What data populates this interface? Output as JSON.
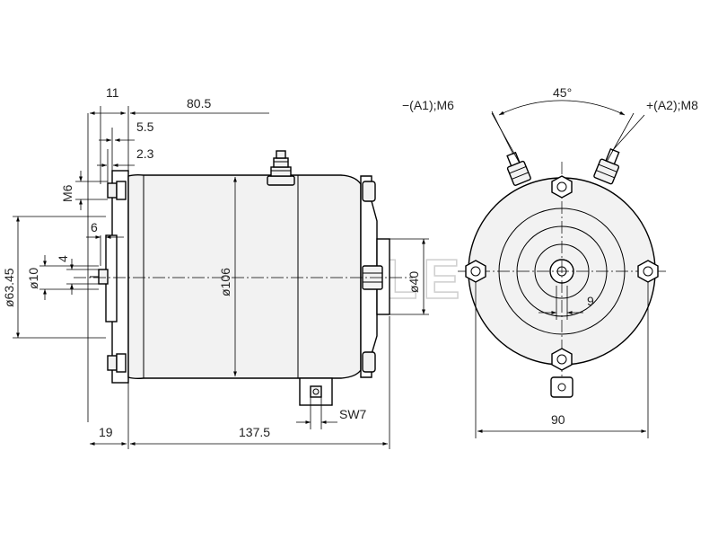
{
  "watermark": "MAHLE",
  "side_view": {
    "dims": {
      "d11": "11",
      "d80_5": "80.5",
      "d5_5": "5.5",
      "d2_3": "2.3",
      "m6": "M6",
      "d6": "6",
      "d4": "4",
      "d10": "ø10",
      "d63_45": "ø63.45",
      "d106": "ø106",
      "d40": "ø40",
      "sw7": "SW7",
      "d19": "19",
      "d137_5": "137.5"
    }
  },
  "end_view": {
    "dims": {
      "terminal_a1": "−(A1);M6",
      "angle": "45°",
      "terminal_a2": "+(A2);M8",
      "d9": "9",
      "d90": "90"
    }
  }
}
